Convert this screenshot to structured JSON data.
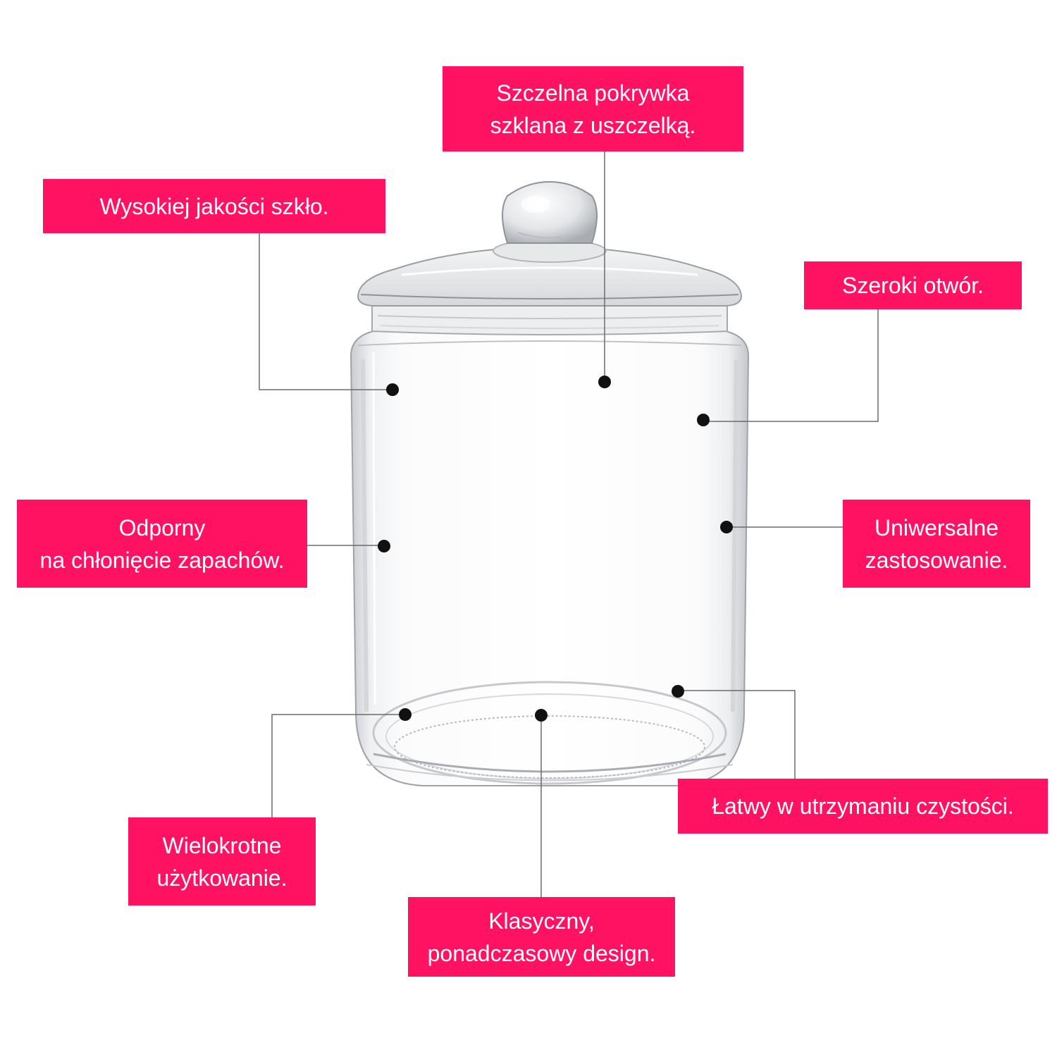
{
  "accent_color": "#ff1261",
  "leader_color": "#6b6b6b",
  "dot_color": "#111111",
  "illustration": "glass-jar-with-lid",
  "callouts": [
    {
      "id": "lid",
      "lines": [
        "Szczelna pokrywka",
        "szklana z uszczelką."
      ]
    },
    {
      "id": "glass",
      "lines": [
        "Wysokiej jakości szkło."
      ]
    },
    {
      "id": "opening",
      "lines": [
        "Szeroki otwór."
      ]
    },
    {
      "id": "odor",
      "lines": [
        "Odporny",
        "na chłonięcie zapachów."
      ]
    },
    {
      "id": "universal",
      "lines": [
        "Uniwersalne",
        "zastosowanie."
      ]
    },
    {
      "id": "cleaning",
      "lines": [
        "Łatwy w utrzymaniu czystości."
      ]
    },
    {
      "id": "reusable",
      "lines": [
        "Wielokrotne",
        "użytkowanie."
      ]
    },
    {
      "id": "design",
      "lines": [
        "Klasyczny,",
        "ponadczasowy design."
      ]
    }
  ]
}
